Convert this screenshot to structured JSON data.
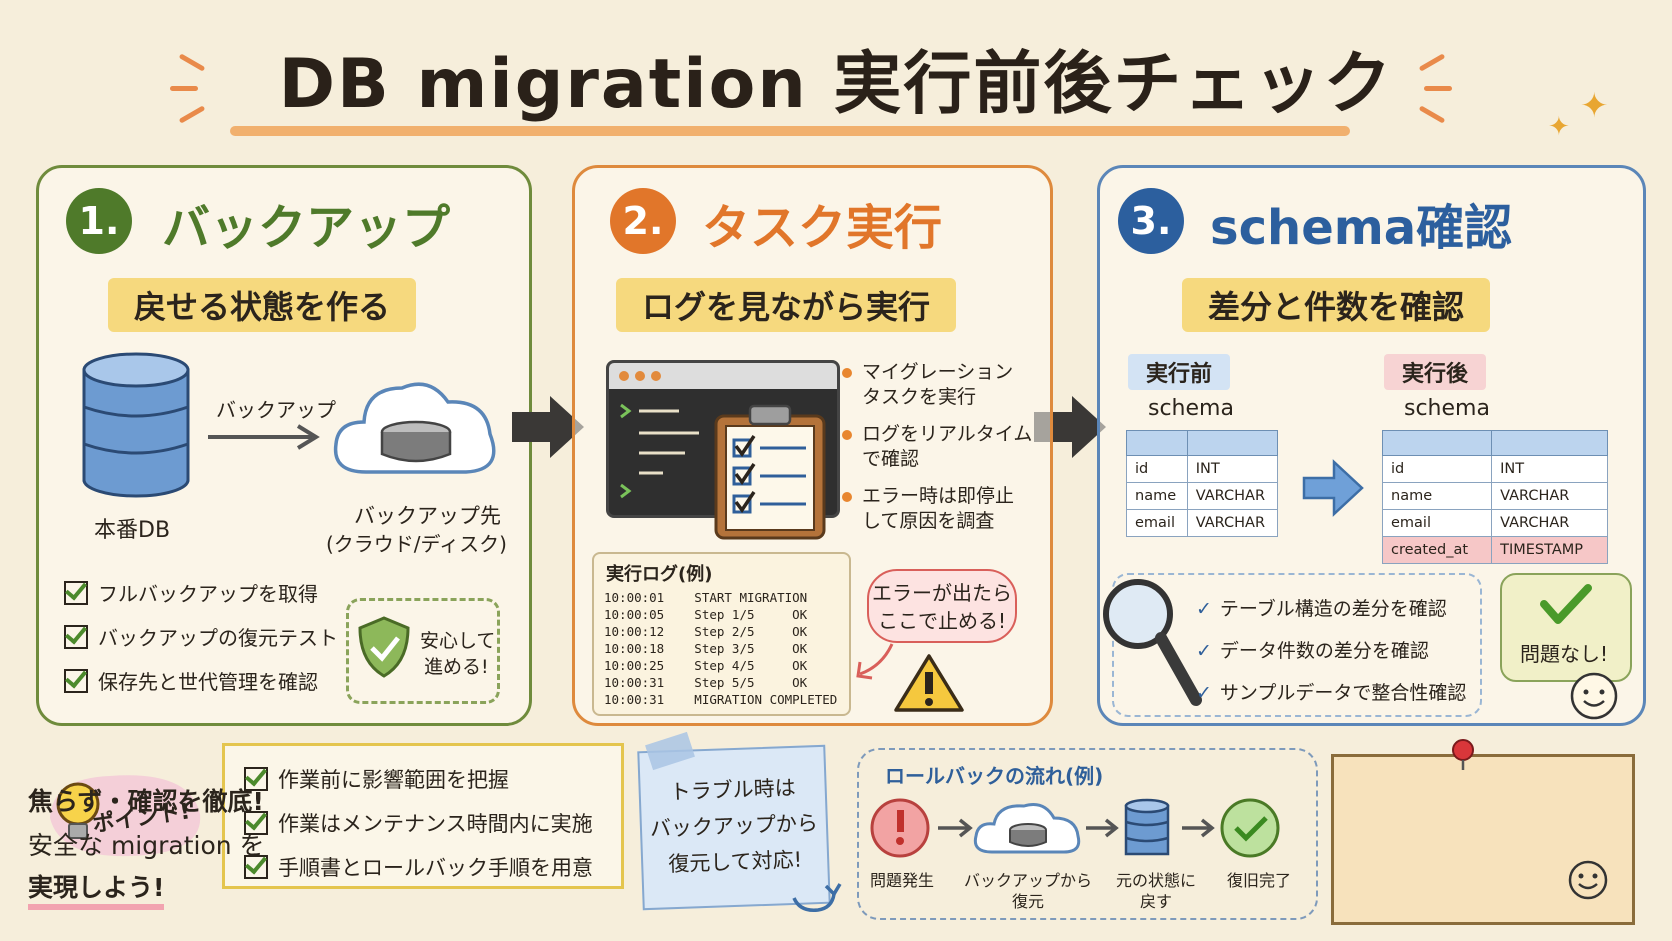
{
  "title": "DB migration 実行前後チェック",
  "sections": [
    {
      "number": "1.",
      "title": "バックアップ",
      "subtitle": "戻せる状態を作る",
      "arrow_label": "バックアップ",
      "source_label": "本番DB",
      "dest_label_1": "バックアップ先",
      "dest_label_2": "(クラウド/ディスク)",
      "checks": [
        "フルバックアップを取得",
        "バックアップの復元テスト",
        "保存先と世代管理を確認"
      ],
      "safe_text_1": "安心して",
      "safe_text_2": "進める!"
    },
    {
      "number": "2.",
      "title": "タスク実行",
      "subtitle": "ログを見ながら実行",
      "bullets": [
        {
          "line1": "マイグレーション",
          "line2": "タスクを実行"
        },
        {
          "line1": "ログをリアルタイム",
          "line2": "で確認"
        },
        {
          "line1": "エラー時は即停止",
          "line2": "して原因を調査"
        }
      ],
      "log_title": "実行ログ(例)",
      "log_lines": [
        "10:00:01    START MIGRATION",
        "10:00:05    Step 1/5     OK",
        "10:00:12    Step 2/5     OK",
        "10:00:18    Step 3/5     OK",
        "10:00:25    Step 4/5     OK",
        "10:00:31    Step 5/5     OK",
        "10:00:31    MIGRATION COMPLETED"
      ],
      "bubble_1": "エラーが出たら",
      "bubble_2": "ここで止める!"
    },
    {
      "number": "3.",
      "title": "schema確認",
      "subtitle": "差分と件数を確認",
      "before_tag": "実行前",
      "after_tag": "実行後",
      "schema_label": "schema",
      "before_rows": [
        [
          "id",
          "INT"
        ],
        [
          "name",
          "VARCHAR"
        ],
        [
          "email",
          "VARCHAR"
        ]
      ],
      "after_rows": [
        [
          "id",
          "INT"
        ],
        [
          "name",
          "VARCHAR"
        ],
        [
          "email",
          "VARCHAR"
        ],
        [
          "created_at",
          "TIMESTAMP"
        ]
      ],
      "checks": [
        "テーブル構造の差分を確認",
        "データ件数の差分を確認",
        "サンプルデータで整合性確認"
      ],
      "ok_text": "問題なし!"
    }
  ],
  "point": {
    "label": "ポイント!",
    "items": [
      "作業前に影響範囲を把握",
      "作業はメンテナンス時間内に実施",
      "手順書とロールバック手順を用意"
    ]
  },
  "note": [
    "トラブル時は",
    "バックアップから",
    "復元して対応!"
  ],
  "rollback": {
    "title": "ロールバックの流れ(例)",
    "steps": [
      {
        "line1": "問題発生",
        "line2": ""
      },
      {
        "line1": "バックアップから",
        "line2": "復元"
      },
      {
        "line1": "元の状態に",
        "line2": "戻す"
      },
      {
        "line1": "復旧完了",
        "line2": ""
      }
    ]
  },
  "closing": {
    "line1": "焦らず・確認を徹底!",
    "line2": "安全な migration を",
    "line3": "実現しよう!"
  },
  "colors": {
    "green": "#4f7a2a",
    "orange": "#e1762a",
    "blue": "#2c5f9e",
    "paper": "#f6eedb"
  }
}
